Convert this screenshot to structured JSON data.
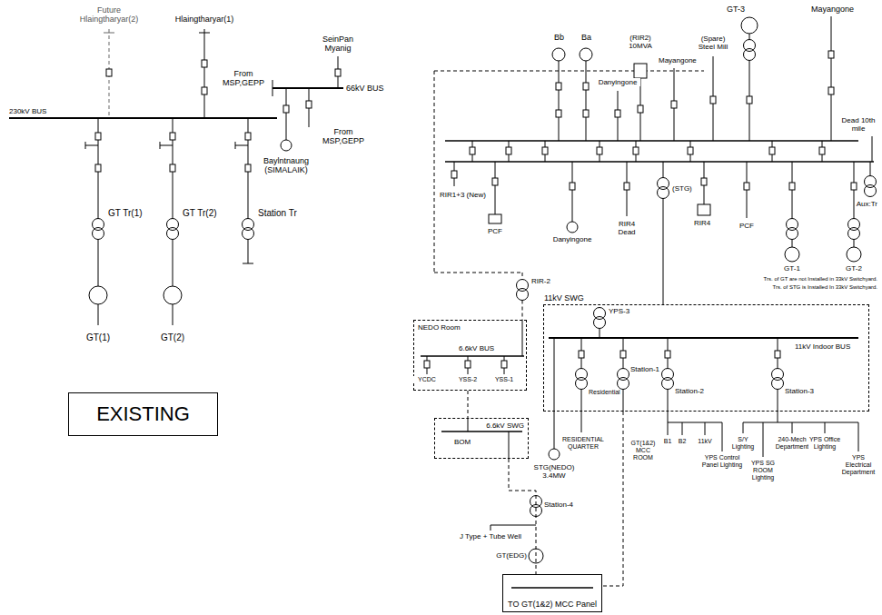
{
  "diagram": {
    "nodes": [
      {
        "text": [
          "EXISTING"
        ]
      },
      {
        "text": [
          "NEDO Room"
        ]
      },
      {
        "text": [
          "6.6kV SWG"
        ]
      },
      {
        "text": [
          "11kV SWG"
        ]
      },
      {
        "text": [
          "TO GT(1&2) MCC Panel"
        ]
      }
    ],
    "edges": [
      {
        "from": 1,
        "to": 2,
        "arrow": "none"
      },
      {
        "from": 2,
        "to": 4,
        "arrow": "none"
      },
      {
        "from": 3,
        "to": 4,
        "arrow": "none"
      }
    ],
    "labels": [
      "Future Hlaingtharyar(2)",
      "Hlaingtharyar(1)",
      "230kV BUS",
      "GT Tr(1)",
      "GT Tr(2)",
      "Station Tr",
      "GT(1)",
      "GT(2)",
      "SeinPan Myanig",
      "From MSP,GEPP",
      "66kV BUS",
      "From MSP,GEPP",
      "Baylntnaung (SIMALAIK)",
      "Bb",
      "Ba",
      "(RIR2) 10MVA",
      "(Spare) Steel Mill",
      "Mayangone",
      "GT-3",
      "Mayangone",
      "Dead 10th mile",
      "RIR1+3 (New)",
      "PCF",
      "Danyingone",
      "Danyingone",
      "RIR4 Dead",
      "(STG)",
      "RIR4",
      "PCF",
      "Aux:Tr",
      "GT-1",
      "GT-2",
      "Trs. of GT are not Installed in 33kV Switchyard.",
      "Trs. of STG is Installed In 33kV Switchyard.",
      "RIR-2",
      "6.6kV BUS",
      "YCDC",
      "YSS-2",
      "YSS-1",
      "BOM",
      "Station-4",
      "J Type + Tube Well",
      "GT(EDG)",
      "YPS-3",
      "11kV Indoor BUS",
      "Residential",
      "Station-1",
      "Station-2",
      "Station-3",
      "RESIDENTIAL QUARTER",
      "STG(NEDO) 3.4MW",
      "GT(1&2) MCC ROOM",
      "B1",
      "B2",
      "11kV",
      "YPS Control Panel Lighting",
      "S/Y Lighting",
      "240-Mech Department",
      "YPS Electrical Department",
      "YPS SG ROOM Lighting",
      "YPS Office Lighting"
    ]
  }
}
